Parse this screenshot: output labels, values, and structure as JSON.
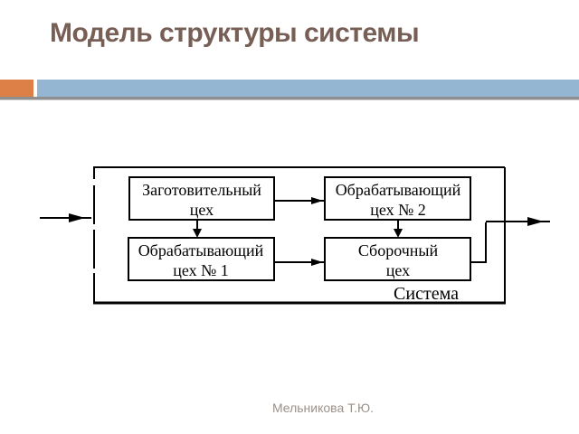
{
  "slide": {
    "title": "Модель структуры системы",
    "footer": "Мельникова Т.Ю."
  },
  "colors": {
    "title_text": "#775F55",
    "accent_orange": "#DD8047",
    "accent_blue": "#94B6D2",
    "divider_gray": "#8F8F8F",
    "footer_text": "#9A918A",
    "diagram_ink": "#000000"
  },
  "diagram": {
    "system_label": "Система",
    "boxes": [
      {
        "name": "zagotovitelny-tseh",
        "line1": "Заготовительный",
        "line2": "цех"
      },
      {
        "name": "obrabatyvayushchy-tseh-2",
        "line1": "Обрабатывающий",
        "line2": "цех № 2"
      },
      {
        "name": "obrabatyvayushchy-tseh-1",
        "line1": "Обрабатывающий",
        "line2": "цех № 1"
      },
      {
        "name": "sborochny-tseh",
        "line1": "Сборочный",
        "line2": "цех"
      }
    ],
    "flows": [
      "input -> system",
      "zagotovitelny-tseh -> obrabatyvayushchy-tseh-2",
      "zagotovitelny-tseh -> obrabatyvayushchy-tseh-1",
      "obrabatyvayushchy-tseh-2 -> sborochny-tseh",
      "obrabatyvayushchy-tseh-1 -> sborochny-tseh",
      "sborochny-tseh -> output"
    ]
  }
}
